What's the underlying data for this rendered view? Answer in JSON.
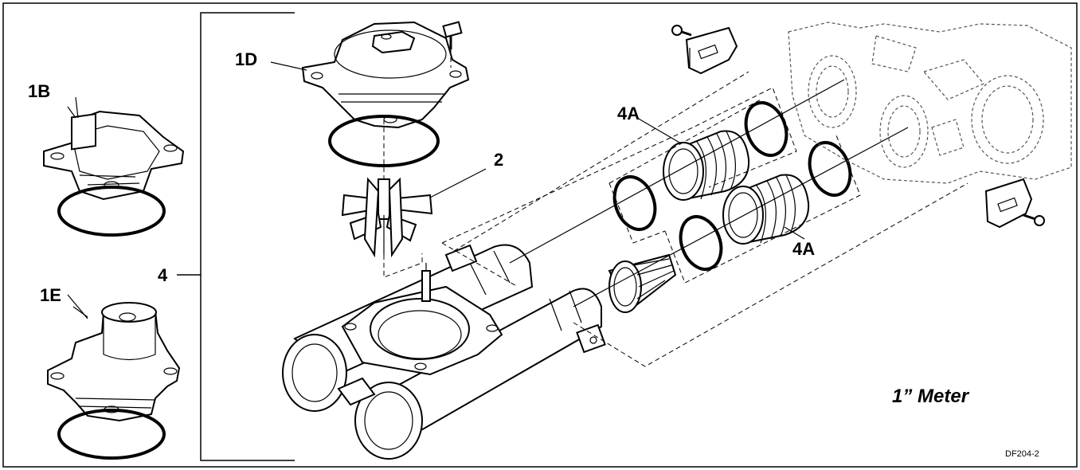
{
  "labels": {
    "part_1b": "1B",
    "part_1e": "1E",
    "part_1d": "1D",
    "part_2": "2",
    "part_4": "4",
    "part_4a_top": "4A",
    "part_4a_bottom": "4A"
  },
  "caption": {
    "title": "1” Meter",
    "code": "DF204-2"
  }
}
